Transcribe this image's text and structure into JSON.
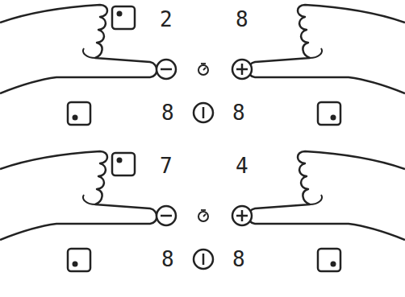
{
  "diagram": {
    "labels": [
      "2",
      "8",
      "8",
      "8",
      "7",
      "4",
      "8",
      "8"
    ]
  }
}
